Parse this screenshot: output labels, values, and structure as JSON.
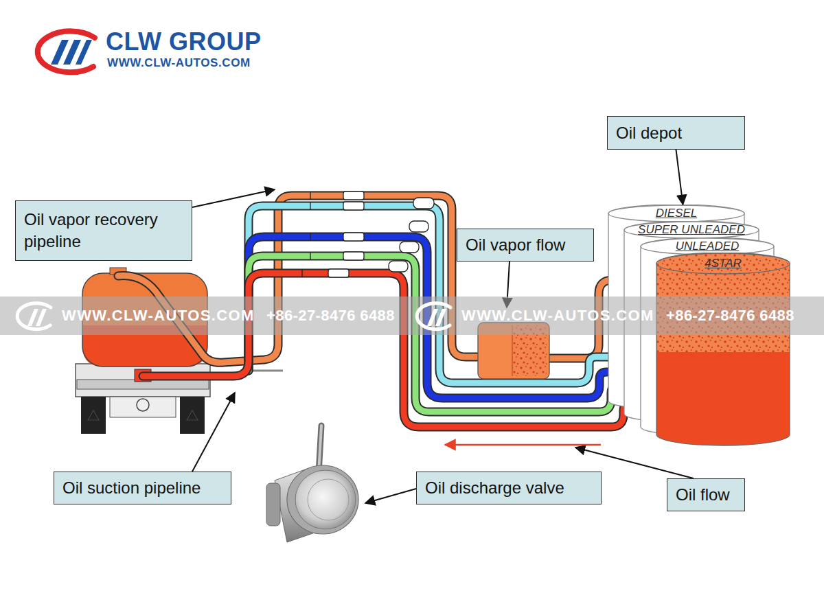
{
  "diagram": {
    "nodes": [
      {
        "text": [
          "Oil depot"
        ]
      },
      {
        "text": [
          "Oil vapor recovery pipeline"
        ]
      },
      {
        "text": [
          "Oil vapor flow"
        ]
      },
      {
        "text": [
          "DIESEL"
        ]
      },
      {
        "text": [
          "SUPER UNLEADED"
        ]
      },
      {
        "text": [
          "UNLEADED"
        ]
      },
      {
        "text": [
          "4STAR"
        ]
      },
      {
        "text": [
          "Oil suction pipeline"
        ]
      },
      {
        "text": [
          "Oil discharge valve"
        ]
      },
      {
        "text": [
          "Oil flow"
        ]
      }
    ],
    "edges": [
      {
        "from": 0,
        "to": 3,
        "arrow": "to"
      }
    ],
    "labels": [
      "CLW GROUP",
      "WWW.CLW-AUTOS.COM",
      "WWW.CLW-AUTOS.COM",
      "+86-27-8476 6488",
      "WWW.CLW-AUTOS.COM",
      "+86-27-8476 6488"
    ]
  }
}
